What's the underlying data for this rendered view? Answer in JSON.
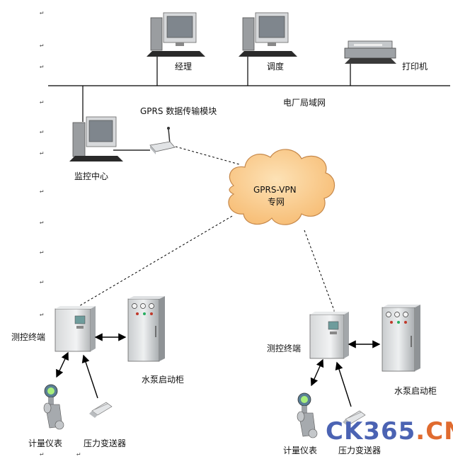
{
  "labels": {
    "manager": "经理",
    "dispatch": "调度",
    "printer": "打印机",
    "lan": "电厂局域网",
    "gprs_module": "GPRS 数据传输模块",
    "monitor_center": "监控中心",
    "cloud_line1": "GPRS-VPN",
    "cloud_line2": "专网",
    "terminal_left": "测控终端",
    "terminal_right": "测控终端",
    "pump_cabinet_left": "水泵启动柜",
    "pump_cabinet_right": "水泵启动柜",
    "meter_left": "计量仪表",
    "meter_right": "计量仪表",
    "pressure_left": "压力变送器",
    "pressure_right": "压力变送器"
  },
  "watermark": {
    "part1": "CK365",
    "part2": ".CN",
    "color1": "#4b63b3",
    "color2": "#e06b2f"
  },
  "paragraph_mark": "↵",
  "colors": {
    "cloud_fill": "#fbcf93",
    "cloud_stroke": "#c6884a",
    "line": "#000000",
    "cabinet": "#d9dcdd"
  }
}
